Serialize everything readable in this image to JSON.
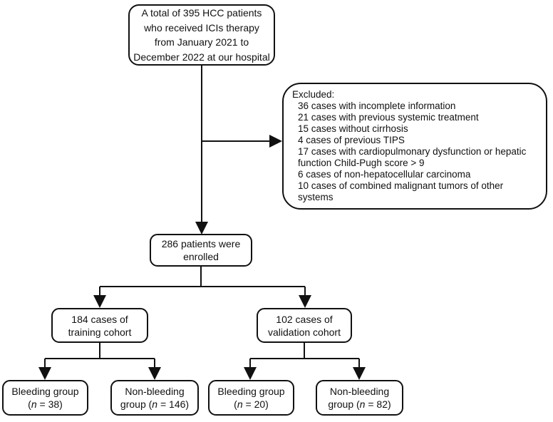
{
  "diagram": {
    "colors": {
      "line": "#111111",
      "text": "#111111",
      "background": "#ffffff"
    },
    "top_box": {
      "lines": [
        "A total of 395 HCC patients",
        "who received ICIs therapy",
        "from January 2021 to",
        "December 2022 at our hospital"
      ]
    },
    "excluded_box": {
      "title": "Excluded:",
      "items": [
        "36 cases with incomplete information",
        "21 cases with previous systemic treatment",
        "15 cases without cirrhosis",
        "4 cases of previous TIPS",
        "17 cases with cardiopulmonary dysfunction or hepatic\nfunction Child-Pugh score > 9",
        "6 cases of non-hepatocellular carcinoma",
        "10 cases of combined malignant tumors of other systems"
      ]
    },
    "enrolled_box": {
      "lines": [
        "286 patients were",
        "enrolled"
      ]
    },
    "training_box": {
      "lines": [
        "184 cases of",
        "training cohort"
      ]
    },
    "validation_box": {
      "lines": [
        "102 cases of",
        "validation cohort"
      ]
    },
    "group_boxes": [
      {
        "line1": "Bleeding group",
        "line2_pre": "(",
        "n": "n",
        "line2_post": " = 38)"
      },
      {
        "line1": "Non-bleeding",
        "line2_pre": "group (",
        "n": "n",
        "line2_post": " = 146)"
      },
      {
        "line1": "Bleeding group",
        "line2_pre": "(",
        "n": "n",
        "line2_post": " = 20)"
      },
      {
        "line1": "Non-bleeding",
        "line2_pre": "group (",
        "n": "n",
        "line2_post": " = 82)"
      }
    ]
  }
}
